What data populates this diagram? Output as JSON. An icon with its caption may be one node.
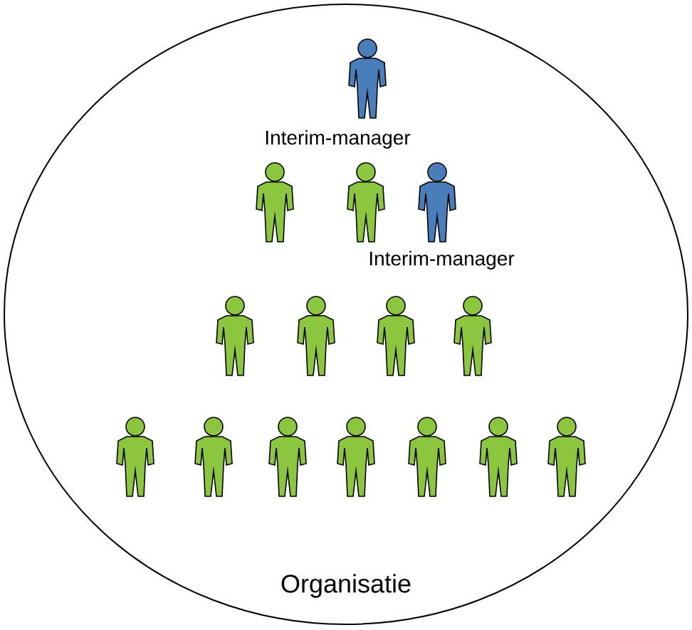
{
  "diagram": {
    "nodes": [
      {
        "text": [
          "Organisatie"
        ]
      },
      {
        "text": [],
        "shape": "person",
        "in": 0,
        "beside": [
          "Interim-manager"
        ]
      },
      {
        "text": [],
        "shape": "person",
        "in": 0
      },
      {
        "text": [],
        "shape": "person",
        "in": 0
      },
      {
        "text": [],
        "shape": "person",
        "in": 0,
        "beside": [
          "Interim-manager"
        ]
      },
      {
        "text": [],
        "shape": "person",
        "in": 0
      },
      {
        "text": [],
        "shape": "person",
        "in": 0
      },
      {
        "text": [],
        "shape": "person",
        "in": 0
      },
      {
        "text": [],
        "shape": "person",
        "in": 0
      },
      {
        "text": [],
        "shape": "person",
        "in": 0
      },
      {
        "text": [],
        "shape": "person",
        "in": 0
      },
      {
        "text": [],
        "shape": "person",
        "in": 0
      },
      {
        "text": [],
        "shape": "person",
        "in": 0
      },
      {
        "text": [],
        "shape": "person",
        "in": 0
      },
      {
        "text": [],
        "shape": "person",
        "in": 0
      },
      {
        "text": [],
        "shape": "person",
        "in": 0
      }
    ]
  }
}
